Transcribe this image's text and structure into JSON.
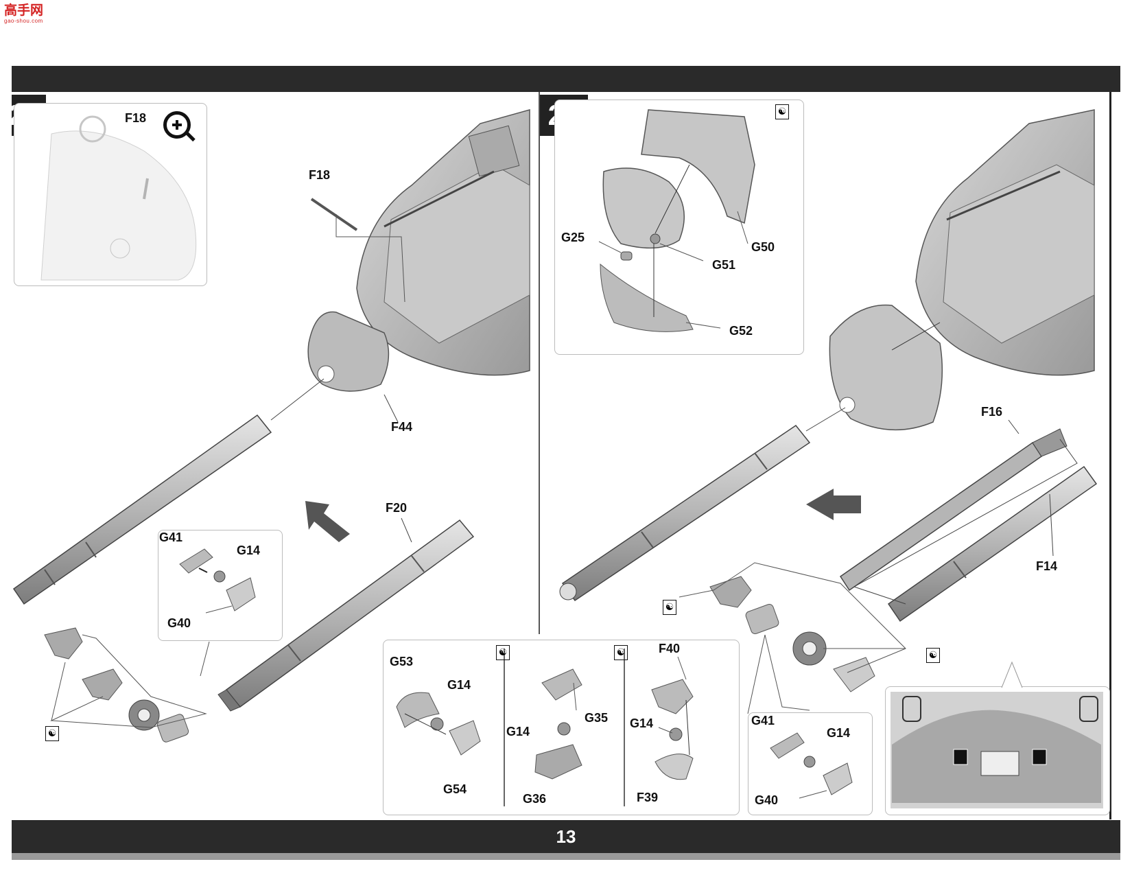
{
  "watermark": {
    "brand": "高手网",
    "domain": "gao-shou.com"
  },
  "page_number": "13",
  "step23": {
    "number": "23",
    "labels": {
      "f18_detail": "F18",
      "f18": "F18",
      "f44": "F44",
      "f20": "F20",
      "g41": "G41",
      "g14": "G14",
      "g40": "G40"
    },
    "icons": [
      "zoom-in-icon",
      "glue-icon"
    ]
  },
  "step24": {
    "number": "24",
    "labels": {
      "g25": "G25",
      "g50": "G50",
      "g51": "G51",
      "g52": "G52",
      "f16": "F16",
      "f14": "F14",
      "g41": "G41",
      "g14": "G14",
      "g40": "G40"
    },
    "icons": [
      "glue-icon",
      "direction-arrow-icon"
    ]
  },
  "bottom_box": {
    "labels": {
      "g53": "G53",
      "g14a": "G14",
      "g54": "G54",
      "g14b": "G14",
      "g35": "G35",
      "g36": "G36",
      "f40": "F40",
      "g14c": "G14",
      "f39": "F39"
    }
  },
  "colors": {
    "bar": "#2a2a2a",
    "part": "#bdbdbd",
    "part_dark": "#8e8e8e",
    "accent": "#d42323"
  }
}
